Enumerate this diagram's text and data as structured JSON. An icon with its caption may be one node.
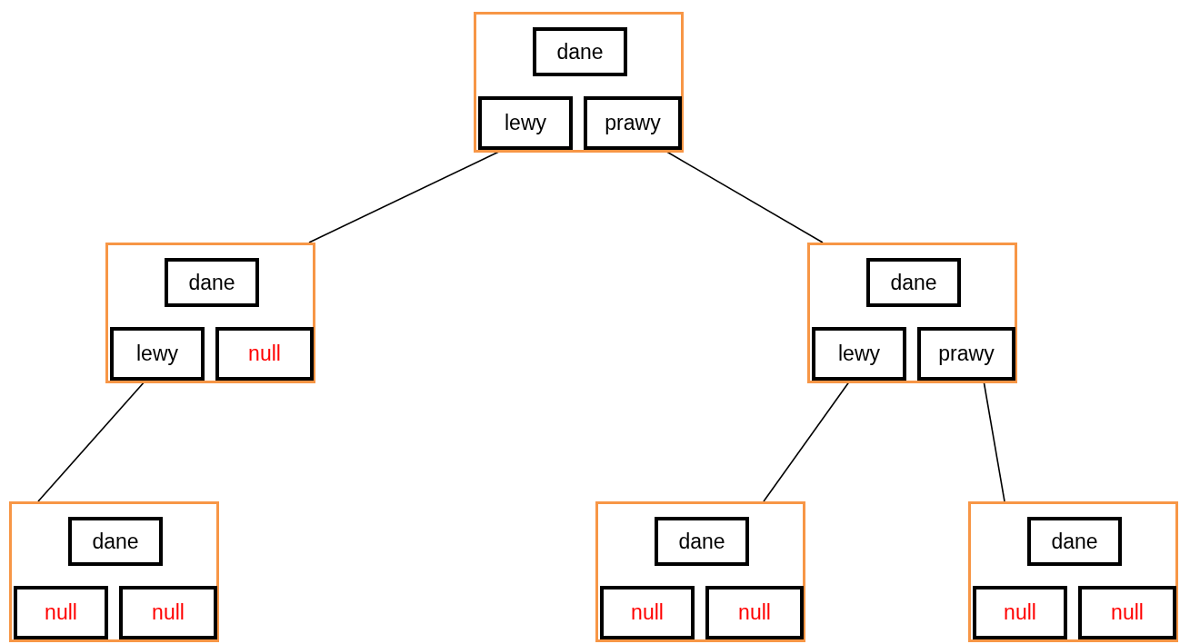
{
  "diagram": {
    "nodes": [
      {
        "text": [],
        "shape": "box"
      },
      {
        "text": [
          "dane"
        ],
        "in": 0
      },
      {
        "text": [
          "lewy"
        ],
        "in": 0
      },
      {
        "text": [
          "prawy"
        ],
        "in": 0
      },
      {
        "text": [],
        "shape": "box"
      },
      {
        "text": [
          "dane"
        ],
        "in": 4
      },
      {
        "text": [
          "lewy"
        ],
        "in": 4
      },
      {
        "text": [
          "null"
        ],
        "in": 4
      },
      {
        "text": [],
        "shape": "box"
      },
      {
        "text": [
          "dane"
        ],
        "in": 8
      },
      {
        "text": [
          "lewy"
        ],
        "in": 8
      },
      {
        "text": [
          "prawy"
        ],
        "in": 8
      },
      {
        "text": [],
        "shape": "box"
      },
      {
        "text": [
          "dane"
        ],
        "in": 12
      },
      {
        "text": [
          "null"
        ],
        "in": 12
      },
      {
        "text": [
          "null"
        ],
        "in": 12
      },
      {
        "text": [],
        "shape": "box"
      },
      {
        "text": [
          "dane"
        ],
        "in": 16
      },
      {
        "text": [
          "null"
        ],
        "in": 16
      },
      {
        "text": [
          "null"
        ],
        "in": 16
      },
      {
        "text": [],
        "shape": "box"
      },
      {
        "text": [
          "dane"
        ],
        "in": 20
      },
      {
        "text": [
          "null"
        ],
        "in": 20
      },
      {
        "text": [
          "null"
        ],
        "in": 20
      }
    ],
    "edges": [
      {
        "from": 2,
        "to": 4,
        "arrow": "none"
      },
      {
        "from": 3,
        "to": 8,
        "arrow": "none"
      },
      {
        "from": 6,
        "to": 12,
        "arrow": "none"
      },
      {
        "from": 10,
        "to": 16,
        "arrow": "none"
      },
      {
        "from": 11,
        "to": 20,
        "arrow": "none"
      }
    ]
  }
}
